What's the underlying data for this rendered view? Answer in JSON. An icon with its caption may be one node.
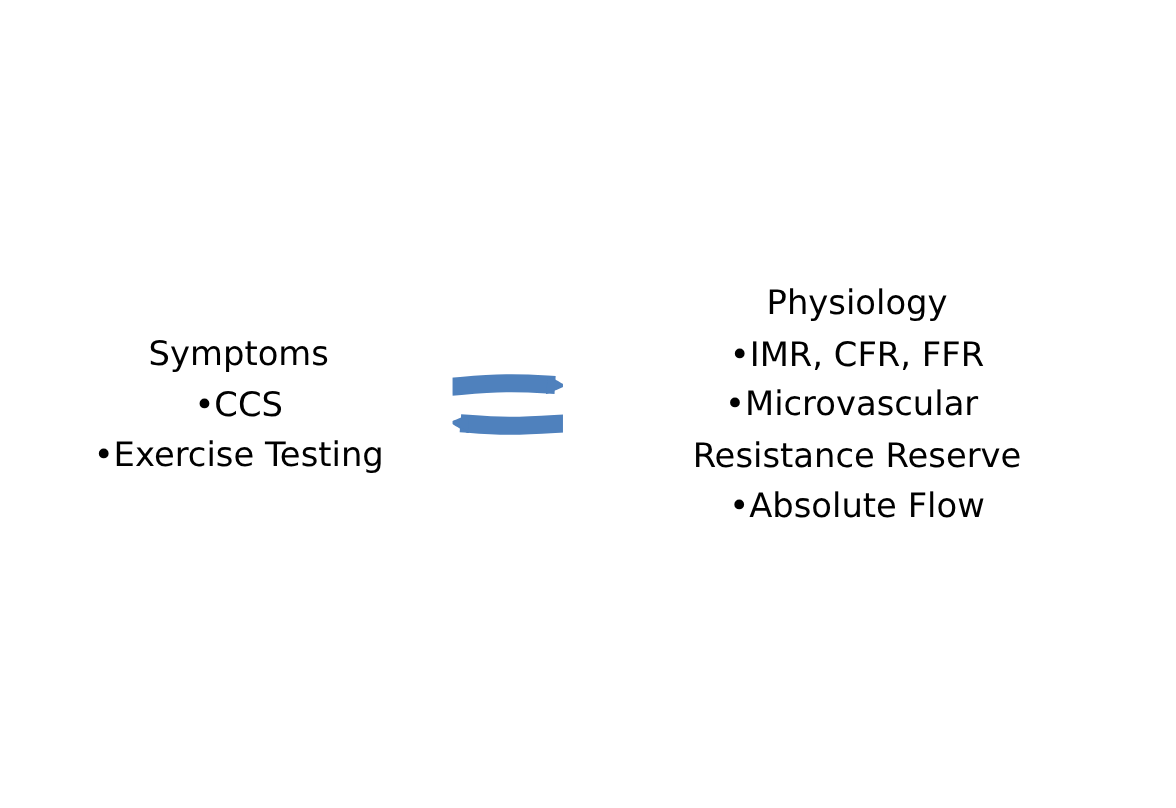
{
  "diagram": {
    "nodes": [
      {
        "text": [
          "Symptoms",
          "•CCS",
          "•Exercise Testing"
        ]
      },
      {
        "text": [
          "Physiology",
          "•IMR, CFR, FFR",
          "•Microvascular Resistance Reserve",
          "•Absolute Flow"
        ]
      }
    ],
    "edges": [
      {
        "from": 0,
        "to": 1,
        "arrow": "to"
      },
      {
        "from": 1,
        "to": 0,
        "arrow": "to"
      }
    ]
  }
}
